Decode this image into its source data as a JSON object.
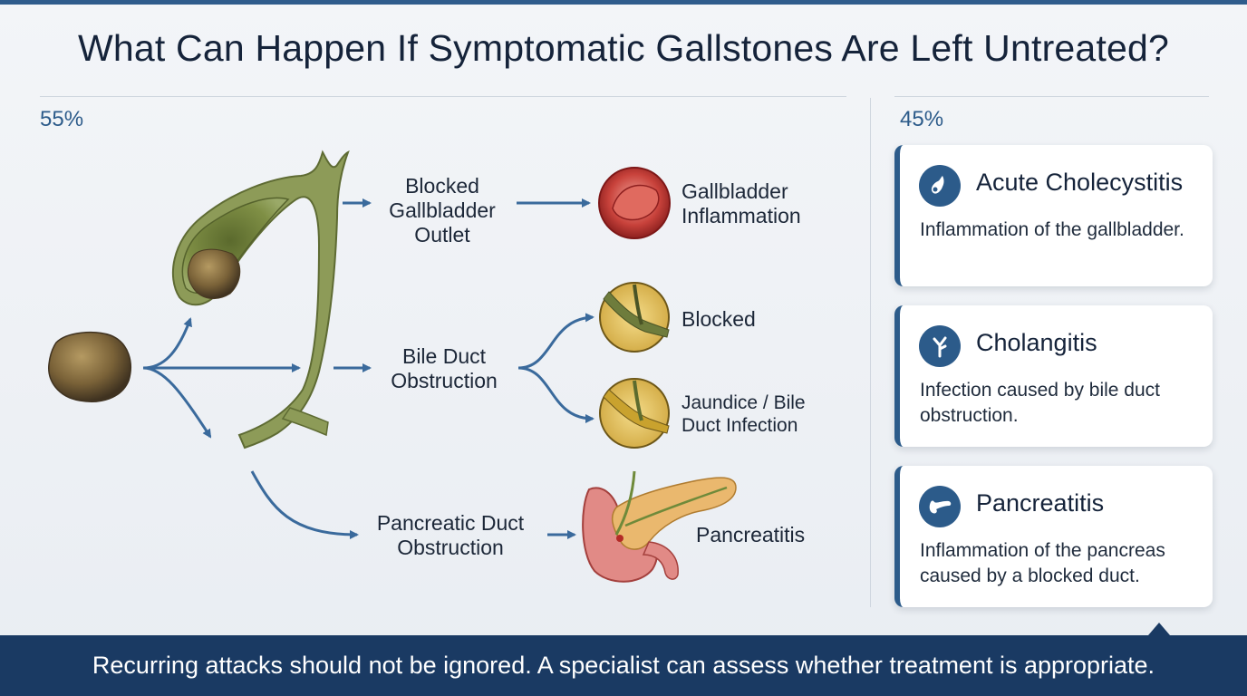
{
  "title": "What Can Happen If Symptomatic Gallstones Are Left Untreated?",
  "left_percent": "55%",
  "right_percent": "45%",
  "flow": {
    "blocked_outlet": "Blocked\nGallbladder\nOutlet",
    "gallbladder_inflammation": "Gallbladder\nInflammation",
    "bile_duct_obstruction": "Bile Duct\nObstruction",
    "blocked": "Blocked",
    "jaundice": "Jaundice / Bile\nDuct Infection",
    "pancreatic_duct_obstruction": "Pancreatic Duct\nObstruction",
    "pancreatitis": "Pancreatitis"
  },
  "cards": [
    {
      "icon": "gallbladder-icon",
      "title": "Acute Cholecystitis",
      "description": "Inflammation of the gallbladder."
    },
    {
      "icon": "bile-duct-icon",
      "title": "Cholangitis",
      "description": "Infection caused by bile duct obstruction."
    },
    {
      "icon": "pancreas-icon",
      "title": "Pancreatitis",
      "description": "Inflammation of the pancreas caused by a blocked duct."
    }
  ],
  "footer": "Recurring attacks should not be ignored. A specialist can assess whether treatment is appropriate.",
  "colors": {
    "accent": "#2c5b8a",
    "footer_bg": "#1a3a63",
    "arrow": "#3a6a9c",
    "gallbladder": "#8a9a55",
    "inflammation": "#c0302f",
    "jaundice": "#d9b83a",
    "pancreas": "#e7b46a"
  }
}
